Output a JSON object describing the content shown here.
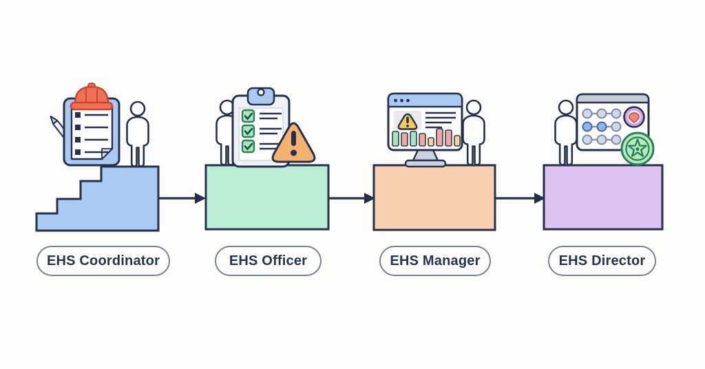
{
  "diagram": {
    "type": "flow-progression",
    "background_color": "#fdfdfc",
    "outline_color": "#25304d",
    "arrow_color": "#25304d",
    "stages": [
      {
        "label": "EHS Coordinator",
        "block_shape": "staircase",
        "block_color": "#aacaf2",
        "icons": [
          "clipboard-checklist",
          "hard-hat",
          "pen",
          "person"
        ]
      },
      {
        "label": "EHS Officer",
        "block_shape": "rectangle",
        "block_color": "#baeed4",
        "icons": [
          "person",
          "clipboard-checkboxes",
          "warning-triangle"
        ]
      },
      {
        "label": "EHS Manager",
        "block_shape": "rectangle",
        "block_color": "#f9d0af",
        "icons": [
          "monitor-dashboard",
          "warning-triangle",
          "bar-chart",
          "person"
        ]
      },
      {
        "label": "EHS Director",
        "block_shape": "rectangle",
        "block_color": "#dcc3f1",
        "icons": [
          "person",
          "strategy-board",
          "gem-badge",
          "certified-medal"
        ]
      }
    ],
    "palette": {
      "clipboard_blue": "#aacaf2",
      "hardhat_red": "#ef7156",
      "hardhat_outline": "#c64733",
      "checkbox_green": "#a3e8c1",
      "warning_orange": "#f5b26e",
      "warning_yellow": "#f2cc55",
      "titlebar_blue": "#aacaf2",
      "bar_green": "#a5e6c0",
      "bar_pink": "#f2a8a2",
      "bar_yellow": "#f5d88d",
      "node_blue": "#8fb5ea",
      "node_gray": "#cfd8e8",
      "badge_purple": "#cda8e8",
      "gem_salmon": "#f0897a",
      "medal_green": "#b2ecc4",
      "medal_ring": "#2e8052"
    }
  }
}
